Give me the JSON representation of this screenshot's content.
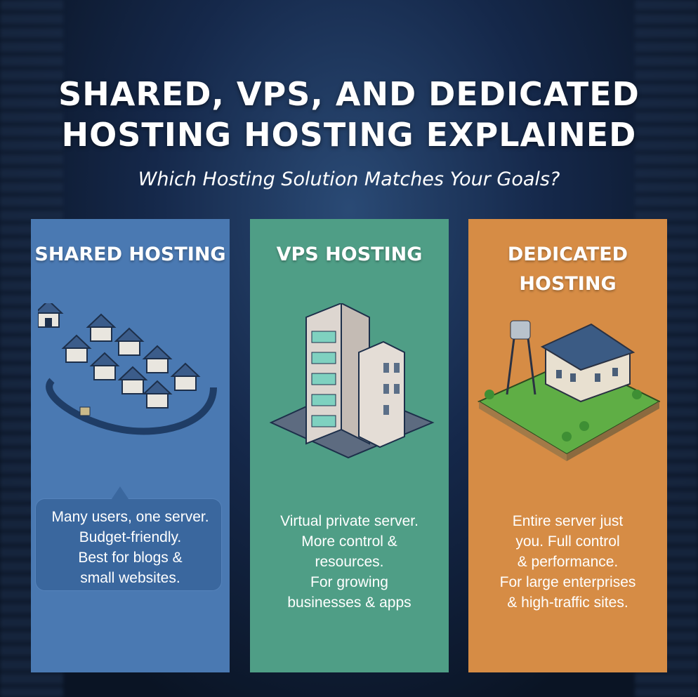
{
  "title": {
    "line1": "SHARED, VPS, AND DEDICATED",
    "line2": "HOSTING HOSTING EXPLAINED"
  },
  "subtitle": "Which Hosting Solution Matches Your Goals?",
  "panels": [
    {
      "heading": "SHARED HOSTING",
      "color": "#4a79b2",
      "icon": "neighborhood-houses-icon",
      "lines": [
        "Many users, one server.",
        "Budget-friendly.",
        "Best for blogs &",
        "small websites."
      ]
    },
    {
      "heading": "VPS HOSTING",
      "color": "#4f9e86",
      "icon": "apartment-building-icon",
      "lines": [
        "Virtual private server.",
        "More control &",
        "resources.",
        "For growing",
        "businesses & apps"
      ]
    },
    {
      "heading_line1": "DEDICATED",
      "heading_line2": "HOSTING",
      "color": "#d68c45",
      "icon": "mansion-estate-icon",
      "lines": [
        "Entire server just",
        "you. Full control",
        "& performance.",
        "For large enterprises",
        "& high-traffic sites."
      ]
    }
  ]
}
